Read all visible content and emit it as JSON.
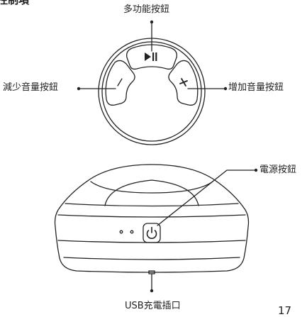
{
  "diagram": {
    "section_title": "控制項",
    "labels": {
      "multi_function_button": "多功能按鈕",
      "volume_down_button": "減少音量按鈕",
      "volume_up_button": "增加音量按鈕",
      "power_button": "電源按鈕",
      "usb_charging_port": "USB充電插口"
    },
    "page_number": "17"
  },
  "colors": {
    "line": "#222222",
    "background": "#ffffff"
  },
  "icons": [
    "play-pause-icon",
    "minus-icon",
    "plus-icon",
    "power-icon"
  ]
}
